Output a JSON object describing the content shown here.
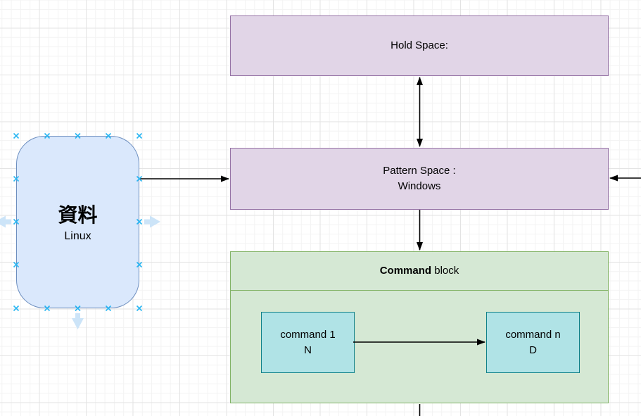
{
  "diagram": {
    "data_node": {
      "title": "資料",
      "subtitle": "Linux"
    },
    "hold_space": {
      "label": "Hold Space:"
    },
    "pattern_space": {
      "line1": "Pattern Space :",
      "line2": "Windows"
    },
    "command_block": {
      "title_bold": "Command",
      "title_rest": "block",
      "command_1": {
        "line1": "command 1",
        "line2": "N"
      },
      "command_n": {
        "line1": "command n",
        "line2": "D"
      }
    },
    "colors": {
      "purple_fill": "#E1D5E7",
      "purple_stroke": "#9673A6",
      "green_fill": "#D5E8D4",
      "green_stroke": "#82B366",
      "teal_fill": "#B0E3E6",
      "teal_stroke": "#0E8088",
      "blue_fill": "#DAE8FC",
      "blue_stroke": "#6C8EBF",
      "edge_color": "#000000",
      "connection_point_color": "#29B6F2",
      "direction_arrow_color": "#CCE4F8"
    }
  }
}
